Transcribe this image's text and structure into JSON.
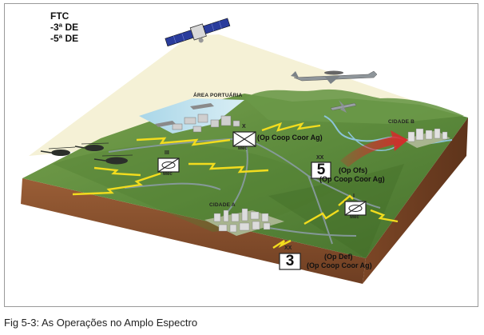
{
  "legend": {
    "title": "FTC",
    "line1": "-3ª DE",
    "line2": "-5ª DE"
  },
  "labels": {
    "port_area": "ÁREA PORTUÁRIA",
    "city_a": "CIDADE A",
    "city_b": "CIDADE B"
  },
  "units": {
    "top": {
      "echelon": "X",
      "text": "(Op Coop Coor Ag)",
      "sub": "Mec"
    },
    "left": {
      "echelon": "III",
      "sub": "Mec"
    },
    "center": {
      "echelon": "XX",
      "number": "5",
      "text1": "(Op Ofs)",
      "text2": "(Op Coop Coor Ag)"
    },
    "right": {
      "echelon": "I",
      "sub": "Mec"
    },
    "bottom": {
      "echelon": "XX",
      "number": "3",
      "text1": "(Op Def)",
      "text2": "(Op Coop Coor Ag)"
    }
  },
  "caption": "Fig 5-3: As Operações no Amplo Espectro",
  "colors": {
    "grass": "#5c8a3c",
    "soil": "#8a5230",
    "lightning": "#f2dc1e",
    "arrow": "#d8282a",
    "beam": "#f3efcf"
  }
}
